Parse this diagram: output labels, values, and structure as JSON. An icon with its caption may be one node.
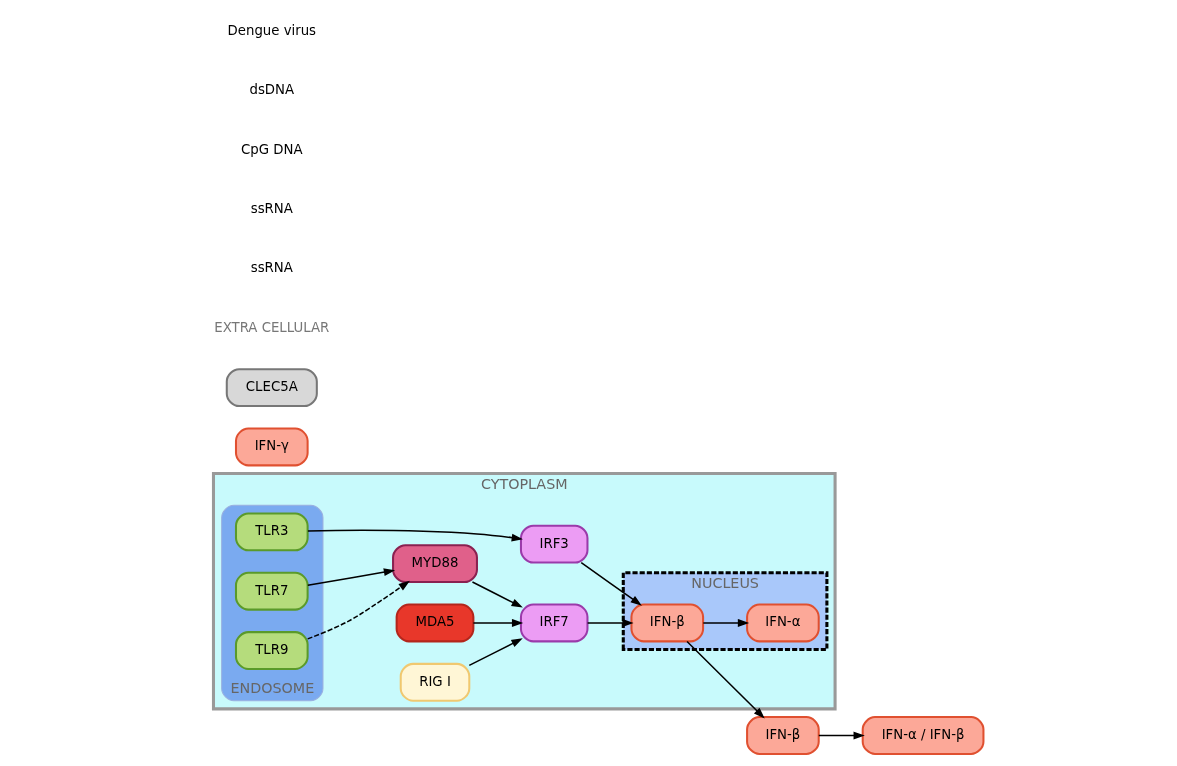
{
  "diagram": {
    "nodes": [
      {
        "text": [
          "CYTOPLASM"
        ]
      },
      {
        "text": [
          "MDA5"
        ],
        "in": 0
      },
      {
        "text": [
          "RIG I"
        ],
        "in": 0
      },
      {
        "text": [
          "ENDOSOME"
        ],
        "in": 0
      },
      {
        "text": [
          "TLR7"
        ],
        "in": 3
      },
      {
        "text": [
          "TLR9"
        ],
        "in": 3
      },
      {
        "text": [
          "TLR3"
        ],
        "in": 3
      },
      {
        "text": [
          "MYD88"
        ],
        "in": 0
      },
      {
        "text": [
          "IRF7"
        ],
        "in": 0
      },
      {
        "text": [
          "NUCLEUS"
        ],
        "in": 0
      },
      {
        "text": [
          "IFN-α"
        ],
        "in": 9
      },
      {
        "text": [
          "IFN-β"
        ],
        "in": 9
      },
      {
        "text": [
          "IRF3"
        ],
        "in": 0
      },
      {
        "text": [
          "IFN-β"
        ]
      },
      {
        "text": [
          "IFN-α / IFN-β"
        ]
      },
      {
        "text": [
          "IFN-γ"
        ]
      },
      {
        "text": [
          "CLEC5A"
        ]
      }
    ],
    "edges": [
      {
        "from": 1,
        "to": 8,
        "arrow": "to"
      },
      {
        "from": 2,
        "to": 8,
        "arrow": "to"
      },
      {
        "from": 4,
        "to": 7,
        "arrow": "to"
      },
      {
        "from": 5,
        "to": 7,
        "arrow": "to",
        "style": "dashed"
      },
      {
        "from": 7,
        "to": 8,
        "arrow": "to"
      },
      {
        "from": 8,
        "to": 11,
        "arrow": "to"
      },
      {
        "from": 6,
        "to": 12,
        "arrow": "to"
      },
      {
        "from": 12,
        "to": 11,
        "arrow": "to"
      },
      {
        "from": 11,
        "to": 10,
        "arrow": "to"
      },
      {
        "from": 11,
        "to": 13,
        "arrow": "to"
      },
      {
        "from": 13,
        "to": 14,
        "arrow": "to"
      }
    ],
    "labels": [
      "EXTRA CELLULAR",
      "ssRNA",
      "ssRNA",
      "CpG DNA",
      "dsDNA",
      "Dengue virus"
    ]
  }
}
